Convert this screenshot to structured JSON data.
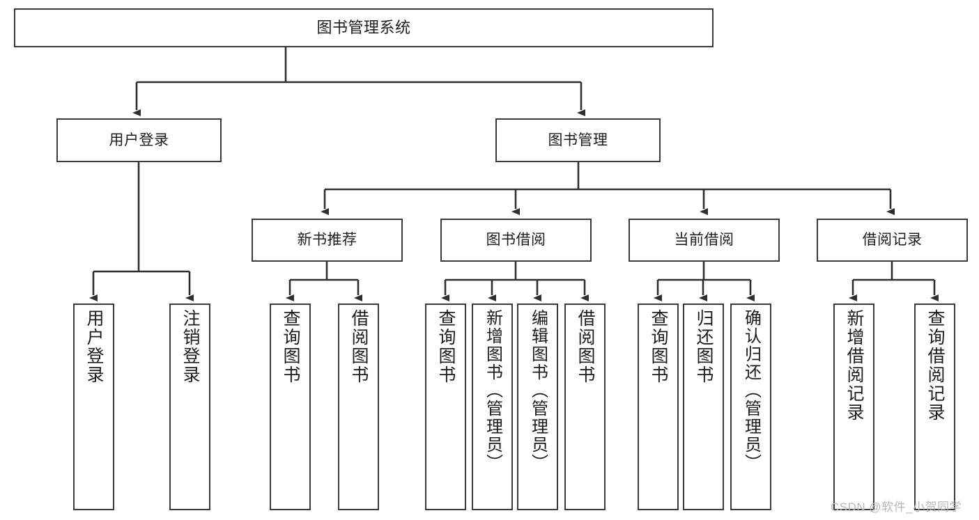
{
  "diagram": {
    "title": "图书管理系统",
    "type": "functional-structure-tree",
    "watermark": "CSDN @软件_小贺同学",
    "colors": {
      "box_border": "#3a3a3a",
      "box_fill": "#ffffff",
      "connector": "#2f2f2f",
      "text": "#1c1c1c",
      "watermark": "#b9b9b9",
      "background": "#ffffff"
    }
  },
  "nodes": {
    "root": {
      "label": "图书管理系统"
    },
    "level1": [
      {
        "id": "user-login",
        "label": "用户登录"
      },
      {
        "id": "book-management",
        "label": "图书管理"
      }
    ],
    "level2": [
      {
        "id": "new-book-recommend",
        "label": "新书推荐"
      },
      {
        "id": "book-borrow",
        "label": "图书借阅"
      },
      {
        "id": "current-borrow",
        "label": "当前借阅"
      },
      {
        "id": "borrow-record",
        "label": "借阅记录"
      }
    ],
    "leaves": {
      "user_login": [
        {
          "id": "leaf-user-login",
          "label": "用户登录"
        },
        {
          "id": "leaf-logout-login",
          "label": "注销登录"
        }
      ],
      "new_book_recommend": [
        {
          "id": "leaf-query-book-1",
          "label": "查询图书"
        },
        {
          "id": "leaf-borrow-book-1",
          "label": "借阅图书"
        }
      ],
      "book_borrow": [
        {
          "id": "leaf-query-book-2",
          "label": "查询图书"
        },
        {
          "id": "leaf-add-book",
          "label": "新增图书（管理员）"
        },
        {
          "id": "leaf-edit-book",
          "label": "编辑图书（管理员）"
        },
        {
          "id": "leaf-borrow-book-2",
          "label": "借阅图书"
        }
      ],
      "current_borrow": [
        {
          "id": "leaf-query-book-3",
          "label": "查询图书"
        },
        {
          "id": "leaf-return-book",
          "label": "归还图书"
        },
        {
          "id": "leaf-confirm-return",
          "label": "确认归还（管理员）"
        }
      ],
      "borrow_record": [
        {
          "id": "leaf-add-record",
          "label": "新增借阅记录"
        },
        {
          "id": "leaf-query-record",
          "label": "查询借阅记录"
        }
      ]
    }
  }
}
